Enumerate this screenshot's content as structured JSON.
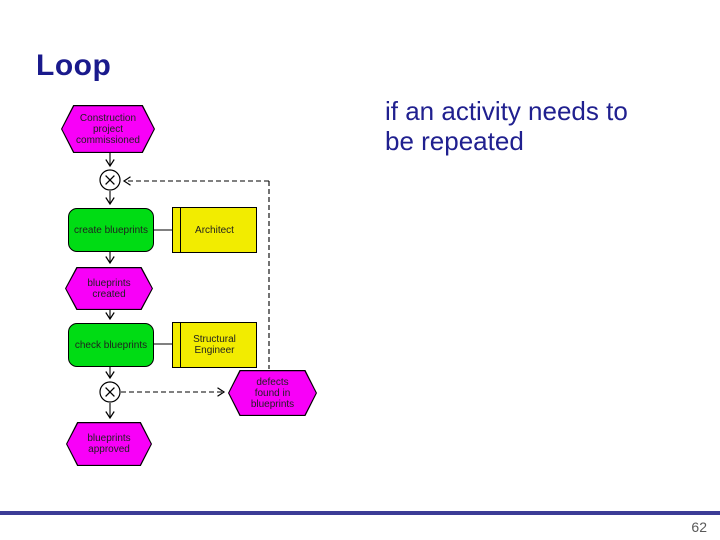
{
  "slide": {
    "title": "Loop",
    "note": "if an activity needs to be repeated",
    "page_number": "62"
  },
  "diagram": {
    "event_start": "Construction project commissioned",
    "function_create": "create blueprints",
    "org_architect": "Architect",
    "event_created": "blueprints created",
    "function_check": "check blueprints",
    "org_structural": "Structural Engineer",
    "event_defects": "defects found in blueprints",
    "event_approved": "blueprints approved"
  },
  "colors": {
    "event_fill": "#F800F8",
    "function_fill": "#00DC14",
    "org_fill": "#F2EC00",
    "shape_border": "#000000",
    "title_text": "#1A1A8C",
    "note_text": "#20208F",
    "footer_line": "#3C3C96",
    "page_number_text": "#595959"
  }
}
